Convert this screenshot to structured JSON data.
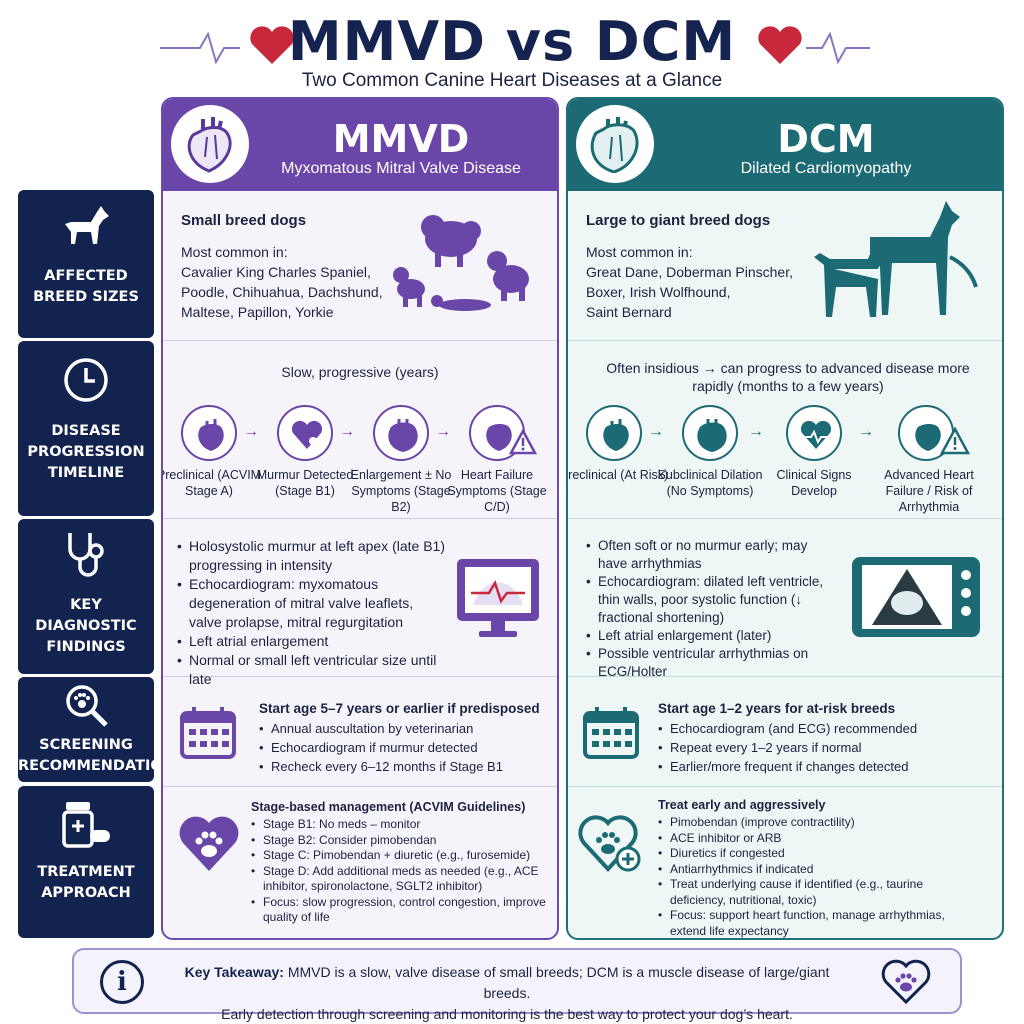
{
  "header": {
    "title": "MMVD vs DCM",
    "subtitle": "Two Common Canine Heart Diseases at a Glance"
  },
  "colors": {
    "navy": "#13234f",
    "mmvd": "#6a46a8",
    "dcm": "#1c6a74",
    "heart": "#c8283c"
  },
  "row_labels": {
    "breed": "AFFECTED BREED SIZES",
    "timeline": "DISEASE PROGRESSION TIMELINE",
    "diagnostic": "KEY DIAGNOSTIC FINDINGS",
    "screening": "SCREENING RECOMMENDATIONS",
    "treatment": "TREATMENT APPROACH"
  },
  "row_icons": [
    "dog-icon",
    "clock-icon",
    "stethoscope-icon",
    "paw-magnifier-icon",
    "pill-bottle-icon"
  ],
  "mmvd": {
    "abbr": "MMVD",
    "full": "Myxomatous Mitral Valve Disease",
    "breed": {
      "title": "Small breed dogs",
      "intro": "Most common in:",
      "lines": [
        "Cavalier King Charles Spaniel,",
        "Poodle, Chihuahua, Dachshund,",
        "Maltese, Papillon, Yorkie"
      ]
    },
    "timeline": {
      "caption": "Slow, progressive (years)",
      "stages": [
        "Preclinical (ACVIM Stage A)",
        "Murmur Detected (Stage B1)",
        "Enlargement ± No Symptoms (Stage B2)",
        "Heart Failure Symptoms (Stage C/D)"
      ]
    },
    "diagnostic": [
      "Holosystolic murmur at left apex (late B1) progressing in intensity",
      "Echocardiogram: myxomatous degeneration of mitral valve leaflets, valve prolapse, mitral regurgitation",
      "Left atrial enlargement",
      "Normal or small left ventricular size until late"
    ],
    "screening": {
      "title": "Start age 5–7 years or earlier if predisposed",
      "items": [
        "Annual auscultation by veterinarian",
        "Echocardiogram if murmur detected",
        "Recheck every 6–12 months if Stage B1"
      ]
    },
    "treatment": {
      "title": "Stage-based management (ACVIM Guidelines)",
      "items": [
        "Stage B1: No meds – monitor",
        "Stage B2: Consider pimobendan",
        "Stage C: Pimobendan + diuretic (e.g., furosemide)",
        "Stage D: Add additional meds as needed (e.g., ACE inhibitor, spironolactone, SGLT2 inhibitor)",
        "Focus: slow progression, control congestion, improve quality of life"
      ]
    }
  },
  "dcm": {
    "abbr": "DCM",
    "full": "Dilated Cardiomyopathy",
    "breed": {
      "title": "Large to giant breed dogs",
      "intro": "Most common in:",
      "lines": [
        "Great Dane, Doberman Pinscher,",
        "Boxer, Irish Wolfhound,",
        "Saint Bernard"
      ]
    },
    "timeline": {
      "caption": "Often insidious → can progress to advanced disease more rapidly (months to a few years)",
      "stages": [
        "Preclinical (At Risk)",
        "Subclinical Dilation (No Symptoms)",
        "Clinical Signs Develop",
        "Advanced Heart Failure / Risk of Arrhythmia"
      ]
    },
    "diagnostic": [
      "Often soft or no murmur early; may have arrhythmias",
      "Echocardiogram: dilated left ventricle, thin walls, poor systolic function (↓ fractional shortening)",
      "Left atrial enlargement (later)",
      "Possible ventricular arrhythmias on ECG/Holter"
    ],
    "screening": {
      "title": "Start age 1–2 years for at-risk breeds",
      "items": [
        "Echocardiogram (and ECG) recommended",
        "Repeat every 1–2 years if normal",
        "Earlier/more frequent if changes detected"
      ]
    },
    "treatment": {
      "title": "Treat early and aggressively",
      "items": [
        "Pimobendan (improve contractility)",
        "ACE inhibitor or ARB",
        "Diuretics if congested",
        "Antiarrhythmics if indicated",
        "Treat underlying cause if identified (e.g., taurine deficiency, nutritional, toxic)",
        "Focus: support heart function, manage arrhythmias, extend life expectancy"
      ]
    }
  },
  "footer": {
    "label": "Key Takeaway:",
    "line1": "MMVD is a slow, valve disease of small breeds; DCM is a muscle disease of large/giant breeds.",
    "line2": "Early detection through screening and monitoring is the best way to protect your dog’s heart."
  }
}
